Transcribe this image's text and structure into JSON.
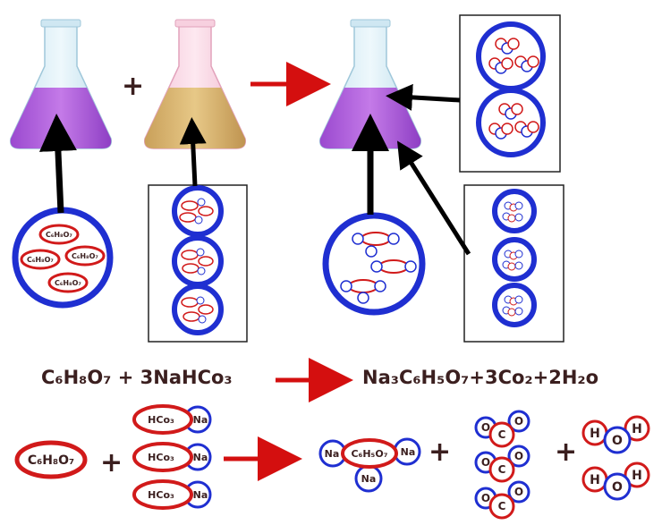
{
  "plus": "+",
  "molecules": {
    "citric_acid": "C₆H₈O₇",
    "citric_acid_small": "C₆H₈O₇",
    "bicarbonate_ion": "HCo₃",
    "sodium": "Na",
    "citrate": "C₆H₅O₇",
    "carbon": "C",
    "oxygen": "O",
    "hydrogen": "H"
  },
  "equation": {
    "left": "C₆H₈O₇ + 3NaHCo₃",
    "right": "Na₃C₆H₅O₇+3Co₂+2H₂o"
  },
  "colors": {
    "red_ring": "#d11a1a",
    "blue_ring": "#1f2fd1",
    "arrow_red": "#d40f0f",
    "arrow_black": "#000000",
    "purple_liquid": "#b25ee0",
    "tan_liquid": "#d9b46a",
    "glass_blue": "#d8ecf5",
    "glass_pink": "#f9d4e2",
    "text_dark": "#3b1f1f"
  }
}
